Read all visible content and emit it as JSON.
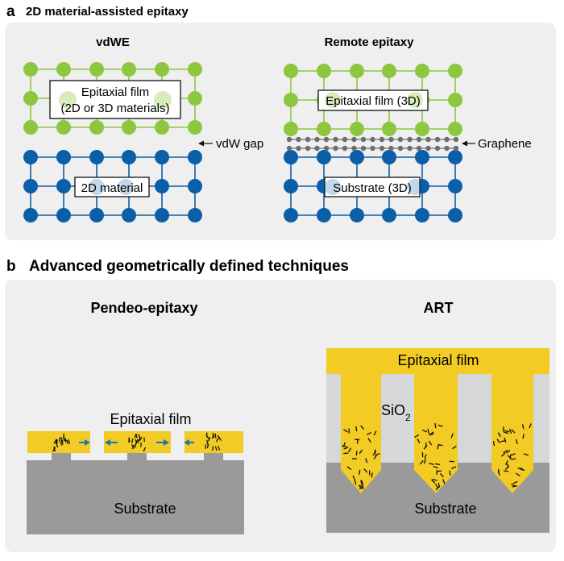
{
  "panel_a": {
    "letter": "a",
    "title": "2D material-assisted epitaxy",
    "vdwe": {
      "title": "vdWE",
      "film_label_line1": "Epitaxial film",
      "film_label_line2": "(2D or 3D materials)",
      "material_label": "2D material",
      "gap_label": "vdW gap"
    },
    "remote": {
      "title": "Remote epitaxy",
      "film_label": "Epitaxial film (3D)",
      "graphene_label": "Graphene",
      "substrate_label": "Substrate (3D)"
    }
  },
  "panel_b": {
    "letter": "b",
    "title": "Advanced geometrically defined techniques",
    "pendeo": {
      "title": "Pendeo-epitaxy",
      "film_label": "Epitaxial film",
      "substrate_label": "Substrate"
    },
    "art": {
      "title": "ART",
      "film_label": "Epitaxial film",
      "oxide_label": "SiO",
      "oxide_sub": "2",
      "substrate_label": "Substrate"
    }
  },
  "colors": {
    "green_atom": "#8dc63f",
    "blue_atom": "#0b5ea8",
    "graphene_atom": "#6d6e71",
    "film_yellow": "#f2cb24",
    "substrate_gray": "#9a9a9a",
    "oxide_gray": "#d5d7d8",
    "panel_bg": "#efefef",
    "arrow_blue": "#1b75bb"
  }
}
